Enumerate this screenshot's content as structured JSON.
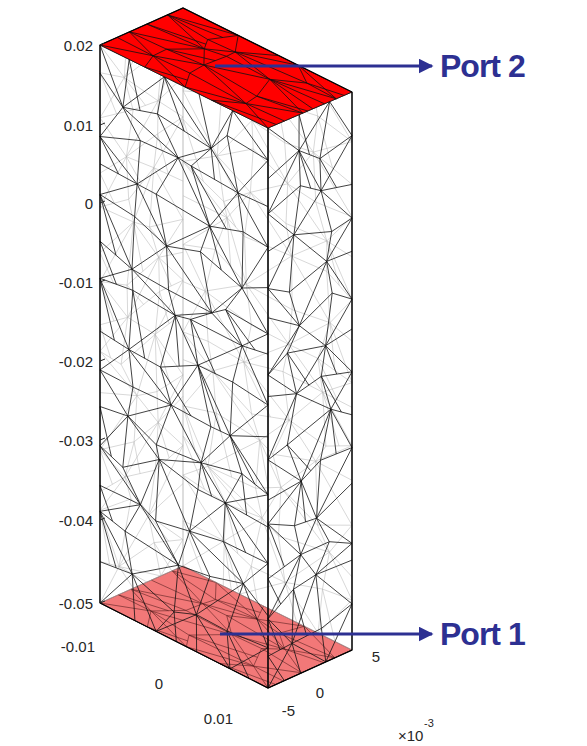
{
  "diagram": {
    "labels": [
      "0.02",
      "0.01",
      "0",
      "-0.01",
      "-0.02",
      "-0.03",
      "-0.04",
      "-0.05",
      "-0.01",
      "0",
      "0.01",
      "-5",
      "0",
      "5",
      "×10",
      "-3",
      "Port 2",
      "Port 1"
    ]
  }
}
